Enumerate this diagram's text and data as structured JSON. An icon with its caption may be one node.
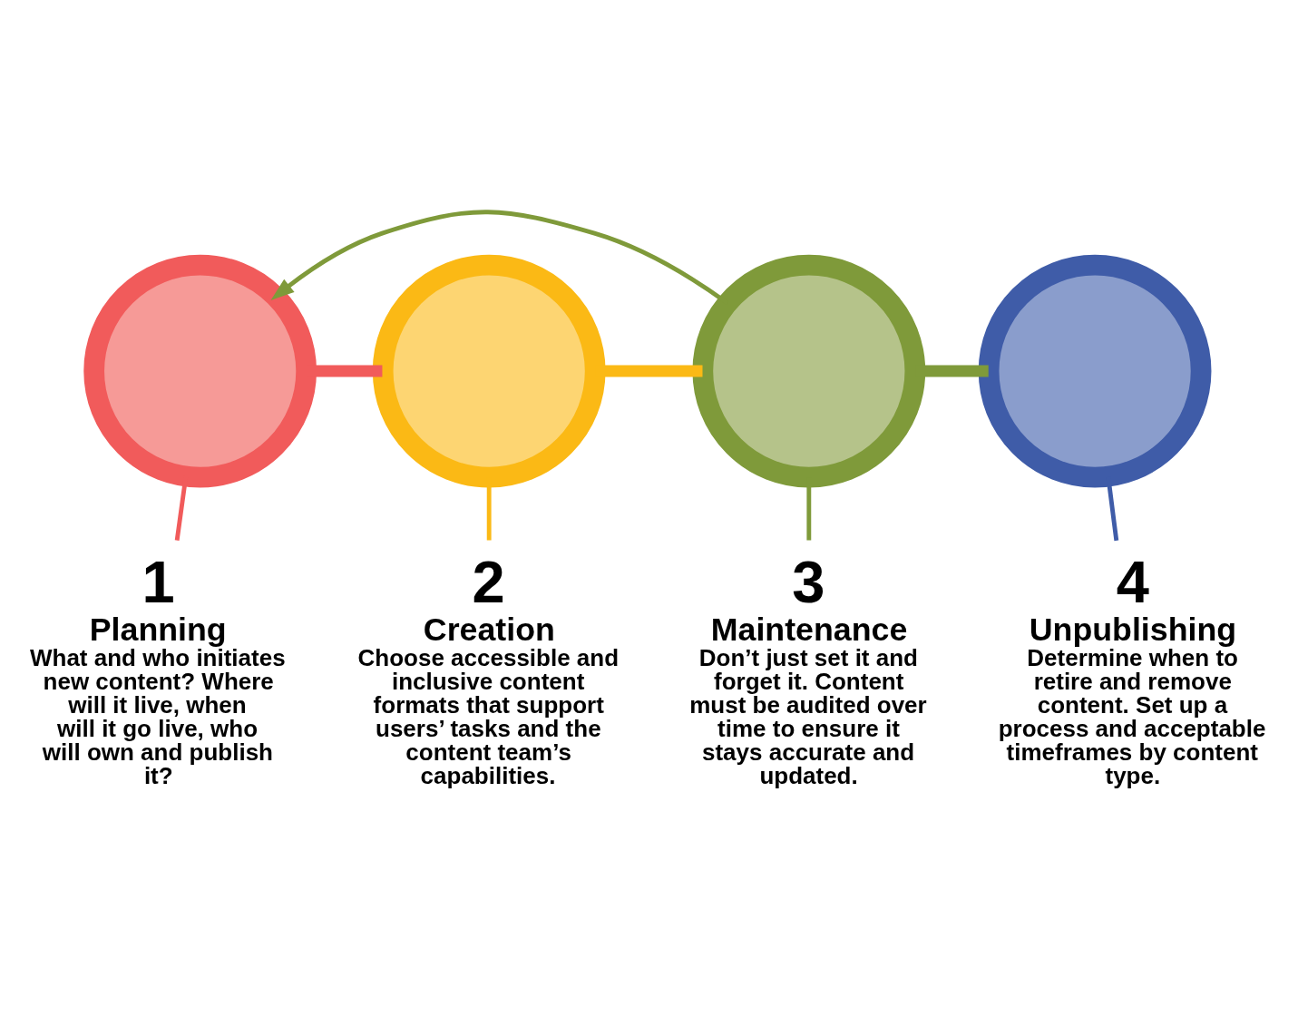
{
  "diagram": {
    "nodes": [
      {
        "text": [],
        "shape": "circle"
      },
      {
        "text": [],
        "shape": "circle"
      },
      {
        "text": [],
        "shape": "circle"
      },
      {
        "text": [],
        "shape": "circle"
      },
      {
        "text": [
          "1",
          "Planning",
          "What and who initiates new content? Where will it live, when will it go live, who will own and publish it?"
        ]
      },
      {
        "text": [
          "2",
          "Creation",
          "Choose accessible and inclusive content formats that support users’ tasks and the content team’s capabilities."
        ]
      },
      {
        "text": [
          "3",
          "Maintenance",
          "Don’t just set it and forget it. Content must be audited over time to ensure it stays accurate and updated."
        ]
      },
      {
        "text": [
          "4",
          "Unpublishing",
          "Determine when to retire and remove content. Set up a process and acceptable timeframes by content type."
        ]
      }
    ],
    "edges": [
      {
        "from": 0,
        "to": 1,
        "arrow": "none",
        "style": "thick",
        "color": "#f15b5b"
      },
      {
        "from": 1,
        "to": 2,
        "arrow": "none",
        "style": "thick",
        "color": "#fbb915"
      },
      {
        "from": 2,
        "to": 3,
        "arrow": "none",
        "style": "thick",
        "color": "#7f9a3a"
      },
      {
        "from": 2,
        "to": 0,
        "arrow": "to",
        "color": "#7f9a3a"
      },
      {
        "from": 0,
        "to": 4,
        "arrow": "none",
        "color": "#f15b5b"
      },
      {
        "from": 1,
        "to": 5,
        "arrow": "none",
        "color": "#fbb915"
      },
      {
        "from": 2,
        "to": 6,
        "arrow": "none",
        "color": "#7f9a3a"
      },
      {
        "from": 3,
        "to": 7,
        "arrow": "none",
        "color": "#3f5ca8"
      }
    ]
  }
}
